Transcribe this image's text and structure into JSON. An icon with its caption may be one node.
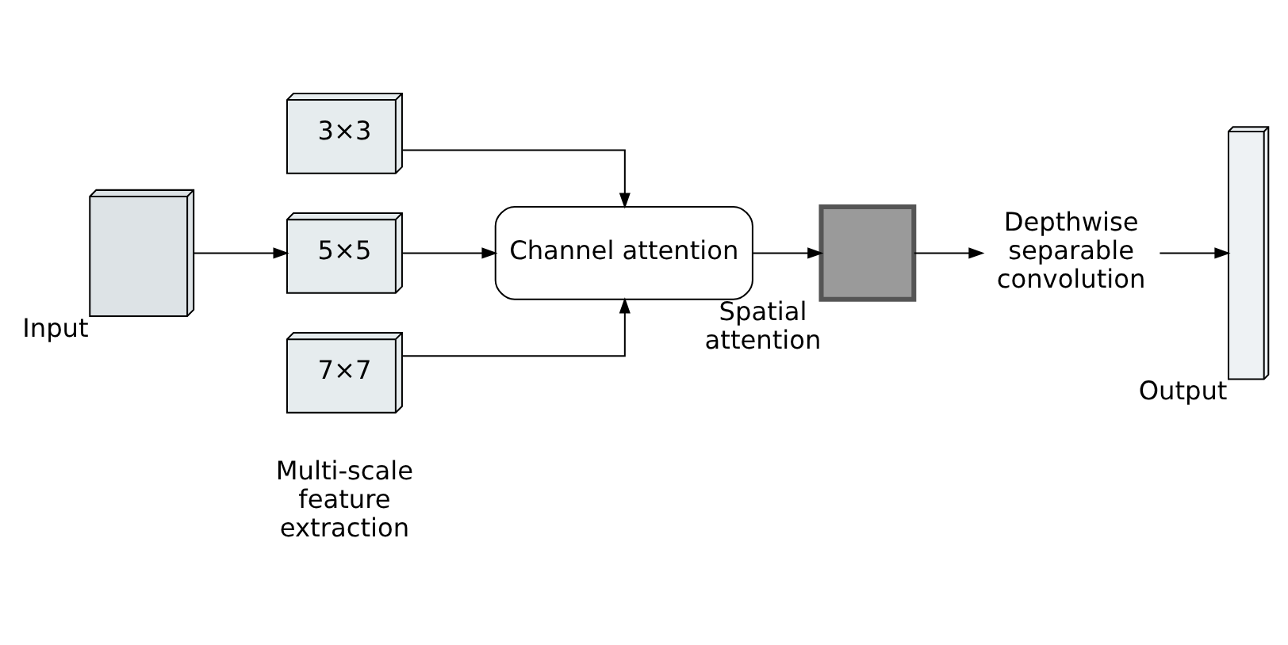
{
  "diagram": {
    "nodes": [
      {
        "text": [],
        "shape": "box",
        "beside": [
          "Input"
        ]
      },
      {
        "text": [
          "3×3"
        ]
      },
      {
        "text": [
          "5×5"
        ]
      },
      {
        "text": [
          "7×7"
        ]
      },
      {
        "text": [
          "Channel attention"
        ]
      },
      {
        "text": [],
        "shape": "box",
        "beside": [
          "Spatial attention"
        ]
      },
      {
        "text": [
          "Depthwise separable convolution"
        ]
      },
      {
        "text": [],
        "shape": "box",
        "beside": [
          "Output"
        ]
      }
    ],
    "edges": [
      {
        "from": 0,
        "to": 2,
        "arrow": "to"
      },
      {
        "from": 1,
        "to": 4,
        "arrow": "to"
      },
      {
        "from": 2,
        "to": 4,
        "arrow": "to"
      },
      {
        "from": 3,
        "to": 4,
        "arrow": "to"
      },
      {
        "from": 4,
        "to": 5,
        "arrow": "to"
      },
      {
        "from": 5,
        "to": 6,
        "arrow": "to"
      },
      {
        "from": 6,
        "to": 7,
        "arrow": "to"
      }
    ],
    "labels": [
      "Multi-scale feature extraction"
    ]
  }
}
